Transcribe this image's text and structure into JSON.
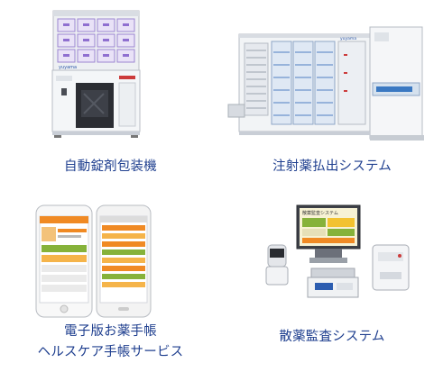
{
  "products": [
    {
      "id": "tablet-packaging",
      "label": "自動錠剤包装機",
      "icon": "tablet-packaging-machine-icon",
      "brand_text": "yuyama"
    },
    {
      "id": "injection-dispensing",
      "label": "注射薬払出システム",
      "icon": "injection-dispensing-system-icon",
      "brand_text": "yuyama"
    },
    {
      "id": "e-medication-notebook",
      "label": "電子版お薬手帳",
      "label_line2": "ヘルスケア手帳サービス",
      "icon": "smartphone-app-icon"
    },
    {
      "id": "powder-audit",
      "label": "散薬監査システム",
      "icon": "powder-audit-system-icon",
      "screen_title": "散薬監査システム"
    }
  ],
  "colors": {
    "caption_text": "#1f3f8f",
    "machine_panel": "#f4f6f8",
    "drawer_purple": "#8f6fd0",
    "app_orange": "#f08a24",
    "app_green": "#86b23a"
  }
}
